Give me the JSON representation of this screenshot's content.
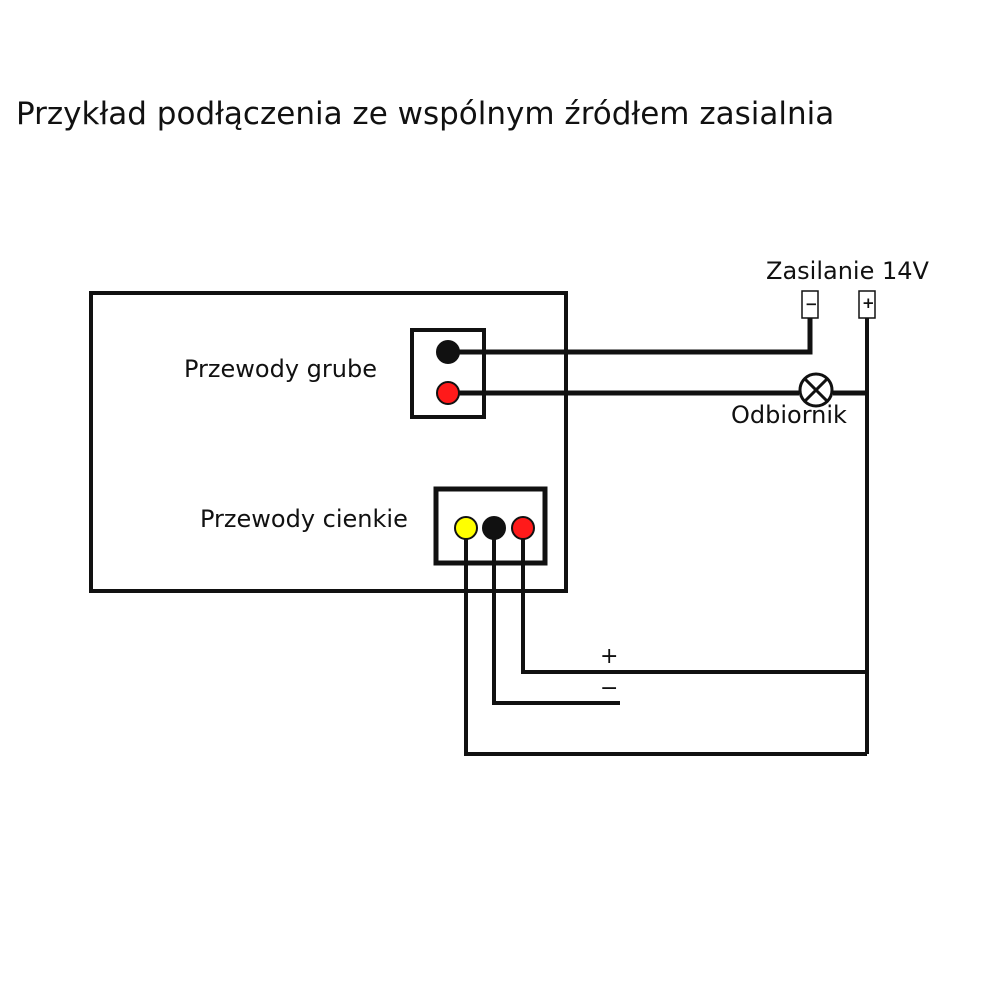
{
  "title": "Przykład podłączenia ze wspólnym źródłem zasialnia",
  "labels": {
    "thick_wires": "Przewody grube",
    "thin_wires": "Przewody cienkie",
    "power_supply": "Zasilanie 14V",
    "load": "Odbiornik"
  },
  "supply_terminals": {
    "negative": "−",
    "positive": "+"
  },
  "thin_wire_signs": {
    "positive": "+",
    "negative": "−"
  },
  "colors": {
    "line": "#111111",
    "dot_black": "#111111",
    "dot_red": "#ff1a1a",
    "dot_yellow": "#ffff00",
    "background": "#ffffff"
  }
}
